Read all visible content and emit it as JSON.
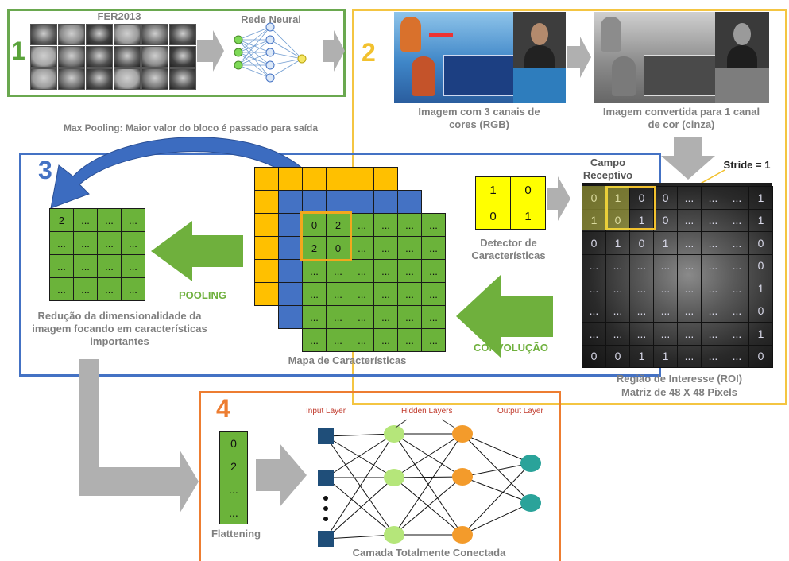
{
  "panels": [
    {
      "number": "1",
      "color": "#5a9a3a"
    },
    {
      "number": "2",
      "color": "#f2c12e"
    },
    {
      "number": "3",
      "color": "#4472c4"
    },
    {
      "number": "4",
      "color": "#ed7d31"
    }
  ],
  "step1": {
    "dataset_label": "FER2013",
    "network_label": "Rede Neural"
  },
  "step2": {
    "rgb_caption": "Imagem com 3 canais de cores (RGB)",
    "gray_caption": "Imagem convertida para 1 canal de cor (cinza)"
  },
  "max_pooling_note": "Max Pooling: Maior valor do bloco é passado para saída",
  "step3": {
    "feature_detector": {
      "label": "Detector de Características",
      "values": [
        "1",
        "0",
        "0",
        "1"
      ]
    },
    "feature_map_label": "Mapa de Características",
    "feature_map_values": [
      "0",
      "2",
      "2",
      "0"
    ],
    "ellipsis": "...",
    "pooling_label": "POOLING",
    "convolution_label": "CONVOLUÇÃO",
    "pooled_first": "2",
    "reduction_caption": "Redução da dimensionalidade da imagem focando em características importantes"
  },
  "roi": {
    "receptive_field_label": "Campo Receptivo",
    "stride_label": "Stride = 1",
    "caption_line1": "Região de Interesse (ROI)",
    "caption_line2": "Matriz de 48 X 48 Pixels",
    "grid": [
      [
        "0",
        "1",
        "0",
        "0",
        "...",
        "...",
        "...",
        "1"
      ],
      [
        "1",
        "0",
        "1",
        "0",
        "...",
        "...",
        "...",
        "1"
      ],
      [
        "0",
        "1",
        "0",
        "1",
        "...",
        "...",
        "...",
        "0"
      ],
      [
        "...",
        "...",
        "...",
        "...",
        "...",
        "...",
        "...",
        "0"
      ],
      [
        "...",
        "...",
        "...",
        "...",
        "...",
        "...",
        "...",
        "1"
      ],
      [
        "...",
        "...",
        "...",
        "...",
        "...",
        "...",
        "...",
        "0"
      ],
      [
        "...",
        "...",
        "...",
        "...",
        "...",
        "...",
        "...",
        "1"
      ],
      [
        "0",
        "0",
        "1",
        "1",
        "...",
        "...",
        "...",
        "0"
      ]
    ]
  },
  "step4": {
    "flatten_values": [
      "0",
      "2",
      "...",
      "..."
    ],
    "flattening_label": "Flattening",
    "input_layer": "Input Layer",
    "hidden_layers": "Hidden Layers",
    "output_layer": "Output Layer",
    "fc_caption": "Camada Totalmente Conectada"
  },
  "colors": {
    "green_cell": "#6bb33a",
    "blue_cell": "#4472c4",
    "yellow_cell": "#ffc000",
    "arrow_green": "#6fb03d",
    "arrow_gray": "#b0b0b0",
    "hidden_node_1": "#b5e67a",
    "hidden_node_2": "#f39b2b",
    "output_node": "#2aa39a",
    "input_node": "#1f4e79"
  }
}
